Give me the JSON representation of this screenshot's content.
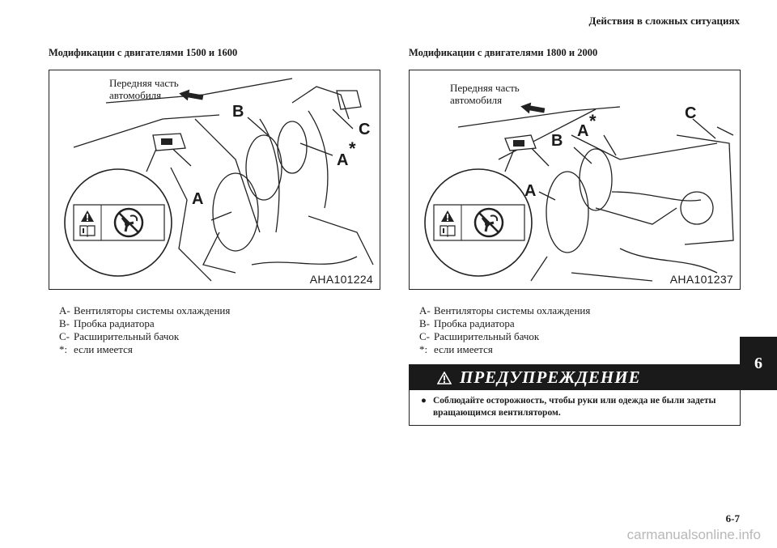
{
  "header": {
    "title": "Действия в сложных ситуациях"
  },
  "left": {
    "section_title": "Модификации с двигателями 1500 и 1600",
    "caption": "Передняя часть\nавтомобиля",
    "figure_code": "AHA101224",
    "labels": {
      "a": "A",
      "a_star": "A",
      "b": "B",
      "c": "C",
      "star": "*"
    },
    "legend": [
      {
        "key": "A-",
        "text": "Вентиляторы системы охлаждения"
      },
      {
        "key": "B-",
        "text": "Пробка радиатора"
      },
      {
        "key": "C-",
        "text": "Расширительный бачок"
      },
      {
        "key": "*:",
        "text": "если имеется"
      }
    ]
  },
  "right": {
    "section_title": "Модификации с двигателями 1800 и 2000",
    "caption": "Передняя часть\nавтомобиля",
    "figure_code": "AHA101237",
    "labels": {
      "a": "A",
      "a_star": "A",
      "b": "B",
      "c": "C",
      "star": "*"
    },
    "legend": [
      {
        "key": "A-",
        "text": "Вентиляторы системы охлаждения"
      },
      {
        "key": "B-",
        "text": "Пробка радиатора"
      },
      {
        "key": "C-",
        "text": "Расширительный бачок"
      },
      {
        "key": "*:",
        "text": "если имеется"
      }
    ]
  },
  "warning": {
    "title": "ПРЕДУПРЕЖДЕНИЕ",
    "text": "Соблюдайте осторожность, чтобы руки или одежда не были задеты вращающимся вентилятором."
  },
  "chapter_tab": "6",
  "page_number": "6-7",
  "watermark": "carmanualsonline.info",
  "icons": [
    "warning-triangle-icon",
    "manual-book-icon",
    "no-hands-fan-icon",
    "front-arrow-icon"
  ]
}
